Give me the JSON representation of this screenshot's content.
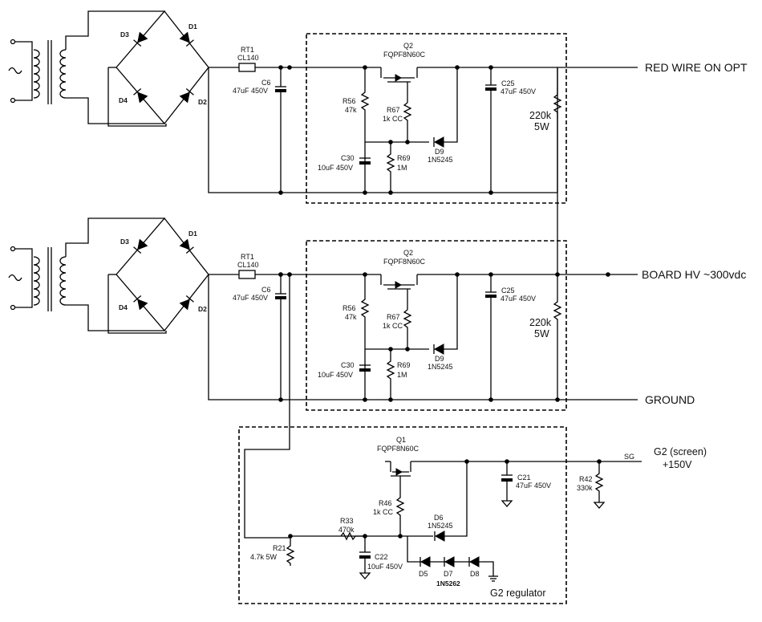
{
  "outputs": {
    "top": "RED WIRE ON OPT",
    "hv": "BOARD HV ~300vdc",
    "ground": "GROUND",
    "g2_line1": "G2 (screen)",
    "g2_line2": "+150V",
    "sg": "SG"
  },
  "stage": {
    "diodes": [
      "D3",
      "D1",
      "D4",
      "D2"
    ],
    "rt1": "RT1",
    "rt1_value": "CL140",
    "c6": "C6",
    "c6_value": "47uF 450V",
    "q2": "Q2",
    "q2_value": "FQPF8N60C",
    "r56": "R56",
    "r56_value": "47k",
    "r67": "R67",
    "r67_value": "1k CC",
    "d9": "D9",
    "d9_value": "1N5245",
    "c30": "C30",
    "c30_value": "10uF 450V",
    "r69": "R69",
    "r69_value": "1M",
    "c25": "C25",
    "c25_value": "47uF 450V",
    "rbleed_value": "220k",
    "rbleed_power": "5W"
  },
  "g2": {
    "q1": "Q1",
    "q1_value": "FQPF8N60C",
    "r46": "R46",
    "r46_value": "1k CC",
    "d6": "D6",
    "d6_value": "1N5245",
    "r33": "R33",
    "r33_value": "470k",
    "c22": "C22",
    "c22_value": "10uF 450V",
    "r21": "R21",
    "r21_value": "4.7k 5W",
    "c21": "C21",
    "c21_value": "47uF 450V",
    "r42": "R42",
    "r42_value": "330k",
    "d5": "D5",
    "d7": "D7",
    "d8": "D8",
    "zener_part": "1N5262",
    "title": "G2 regulator"
  }
}
